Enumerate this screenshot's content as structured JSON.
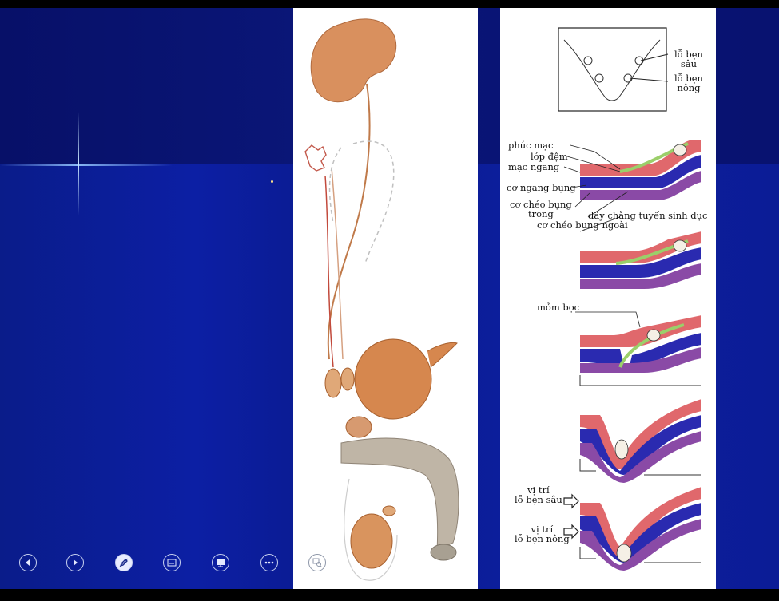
{
  "labels": {
    "deep_ring": "lỗ bẹn\nsâu",
    "superficial_ring": "lỗ bẹn\nnông",
    "peritoneum": "phúc mạc",
    "fat_layer": "lớp đệm",
    "transversalis_fascia": "mạc ngang",
    "transversus_muscle": "cơ ngang bụng",
    "internal_oblique": "cơ chéo bụng\ntrong",
    "gubernaculum": "dây chằng tuyến sinh dục",
    "external_oblique": "cơ chéo bụng ngoài",
    "processus_vaginalis": "mỏm bọc",
    "pos_deep_ring": "vị trí\nlỗ bẹn sâu",
    "pos_superficial_ring": "vị trí\nlỗ bẹn nông"
  },
  "toolbar": {
    "buttons": [
      {
        "name": "previous-slide-button",
        "icon": "arrow-left-icon"
      },
      {
        "name": "next-slide-button",
        "icon": "arrow-right-icon"
      },
      {
        "name": "pen-tool-button",
        "icon": "pen-icon"
      },
      {
        "name": "slide-sorter-button",
        "icon": "grid-icon"
      },
      {
        "name": "display-settings-button",
        "icon": "monitor-icon"
      },
      {
        "name": "more-options-button",
        "icon": "more-icon"
      },
      {
        "name": "zoom-button",
        "icon": "zoom-icon"
      }
    ]
  },
  "colors": {
    "slide_blue": "#0c1fa4",
    "muscle_red": "#e0686c",
    "muscle_blue": "#2a2ab0",
    "muscle_purple": "#8a4aa6",
    "organ_tan": "#d9905e"
  }
}
